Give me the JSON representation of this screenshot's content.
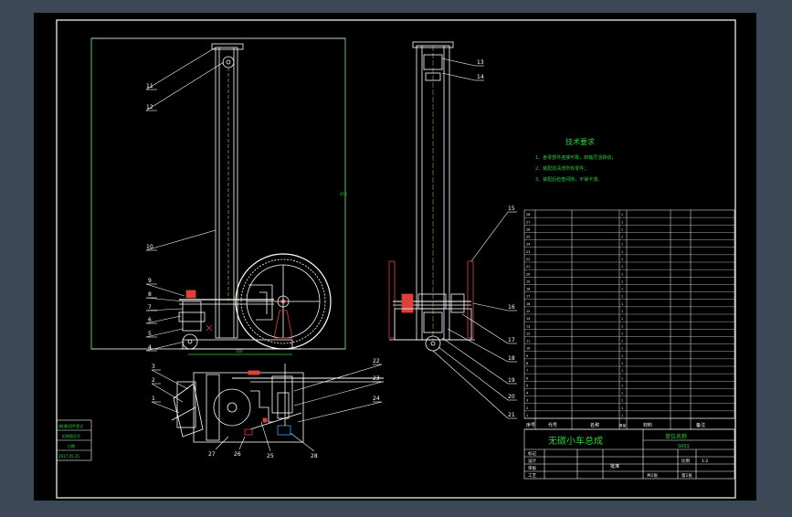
{
  "colors": {
    "background": "#3d4856",
    "sheet": "#000000",
    "line": "#ffffff",
    "accent_green": "#2bd13b",
    "accent_red": "#e0403a",
    "accent_blue": "#3aa0ff",
    "accent_yellow": "#d8c23a"
  },
  "tech_requirements": {
    "title": "技术要求",
    "items": [
      "1、各零部件连接可靠，转轴灵活转动；",
      "2、装配前清洗所有零件；",
      "3、装配后检查间隙，不得卡滞。"
    ]
  },
  "bom_rows": [
    {
      "no": "28",
      "code": "",
      "name": "",
      "qty": "1",
      "mat": ""
    },
    {
      "no": "27",
      "code": "",
      "name": "",
      "qty": "1",
      "mat": ""
    },
    {
      "no": "26",
      "code": "",
      "name": "",
      "qty": "1",
      "mat": ""
    },
    {
      "no": "25",
      "code": "",
      "name": "",
      "qty": "1",
      "mat": ""
    },
    {
      "no": "24",
      "code": "",
      "name": "",
      "qty": "1",
      "mat": ""
    },
    {
      "no": "23",
      "code": "",
      "name": "",
      "qty": "1",
      "mat": ""
    },
    {
      "no": "22",
      "code": "",
      "name": "",
      "qty": "1",
      "mat": ""
    },
    {
      "no": "21",
      "code": "",
      "name": "",
      "qty": "1",
      "mat": ""
    },
    {
      "no": "20",
      "code": "",
      "name": "",
      "qty": "1",
      "mat": ""
    },
    {
      "no": "19",
      "code": "",
      "name": "",
      "qty": "1",
      "mat": ""
    },
    {
      "no": "18",
      "code": "",
      "name": "",
      "qty": "1",
      "mat": ""
    },
    {
      "no": "17",
      "code": "",
      "name": "",
      "qty": "1",
      "mat": ""
    },
    {
      "no": "16",
      "code": "",
      "name": "",
      "qty": "1",
      "mat": ""
    },
    {
      "no": "15",
      "code": "",
      "name": "",
      "qty": "1",
      "mat": ""
    },
    {
      "no": "14",
      "code": "",
      "name": "",
      "qty": "1",
      "mat": ""
    },
    {
      "no": "13",
      "code": "",
      "name": "",
      "qty": "1",
      "mat": ""
    },
    {
      "no": "12",
      "code": "",
      "name": "",
      "qty": "1",
      "mat": ""
    },
    {
      "no": "11",
      "code": "",
      "name": "",
      "qty": "1",
      "mat": ""
    },
    {
      "no": "10",
      "code": "",
      "name": "",
      "qty": "1",
      "mat": ""
    },
    {
      "no": "9",
      "code": "",
      "name": "",
      "qty": "1",
      "mat": ""
    },
    {
      "no": "8",
      "code": "",
      "name": "",
      "qty": "1",
      "mat": ""
    },
    {
      "no": "7",
      "code": "",
      "name": "",
      "qty": "1",
      "mat": ""
    },
    {
      "no": "6",
      "code": "",
      "name": "",
      "qty": "1",
      "mat": ""
    },
    {
      "no": "5",
      "code": "",
      "name": "",
      "qty": "1",
      "mat": ""
    },
    {
      "no": "4",
      "code": "",
      "name": "",
      "qty": "1",
      "mat": ""
    },
    {
      "no": "3",
      "code": "",
      "name": "",
      "qty": "1",
      "mat": ""
    },
    {
      "no": "2",
      "code": "",
      "name": "",
      "qty": "1",
      "mat": ""
    },
    {
      "no": "1",
      "code": "",
      "name": "",
      "qty": "1",
      "mat": ""
    }
  ],
  "bom_header": {
    "no": "序号",
    "code": "代号",
    "name": "名称",
    "qty": "数量",
    "mat": "材料",
    "remark": "备注"
  },
  "title_block": {
    "drawing_title": "无碳小车总成",
    "unit_name": "单位名称",
    "drawing_no": "S001",
    "row_labels": [
      "标记",
      "设计",
      "审核",
      "工艺"
    ],
    "scale_label": "比例",
    "scale_value": "1:2",
    "sheet_info": "共1张",
    "sheet_no": "第1张",
    "approve": "批准"
  },
  "left_stamp": {
    "line1": "借(通)用件登记",
    "line2": "旧底图总号",
    "line3": "日期",
    "date": "2017.05.25"
  },
  "callouts_front": [
    "11",
    "12",
    "10",
    "9",
    "8",
    "7",
    "6",
    "5",
    "4"
  ],
  "callouts_top": [
    "3",
    "2",
    "1",
    "27",
    "26",
    "25",
    "28",
    "24",
    "23",
    "22"
  ],
  "callouts_side": [
    "13",
    "14",
    "15",
    "16",
    "17",
    "18",
    "19",
    "20",
    "21"
  ]
}
